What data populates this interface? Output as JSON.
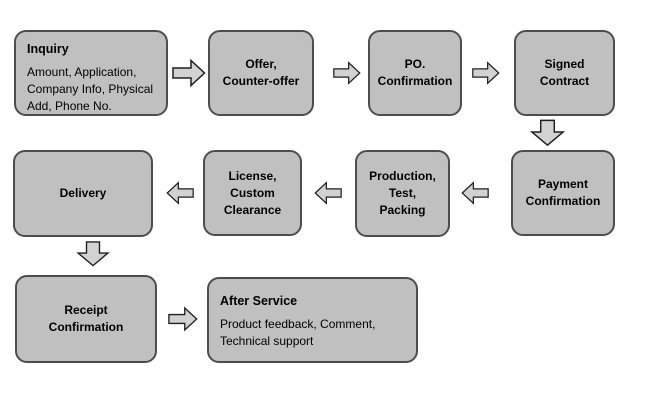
{
  "diagram": {
    "type": "flowchart",
    "background": "#ffffff",
    "node_fill": "#c0c0c0",
    "node_border": "#4d4d4d",
    "arrow_fill": "#d2d2d2",
    "arrow_border": "#1f1f1f",
    "text_color": "#000000",
    "nodes": [
      {
        "id": "inquiry",
        "title": "Inquiry",
        "body": "Amount, Application,\nCompany Info, Physical\nAdd, Phone No."
      },
      {
        "id": "offer",
        "label": "Offer,\nCounter-offer"
      },
      {
        "id": "po-confirmation",
        "label": "PO.\nConfirmation"
      },
      {
        "id": "signed-contract",
        "label": "Signed\nContract"
      },
      {
        "id": "payment-confirmation",
        "label": "Payment\nConfirmation"
      },
      {
        "id": "production-test-packing",
        "label": "Production,\nTest,\nPacking"
      },
      {
        "id": "license-custom-clearance",
        "label": "License,\nCustom\nClearance"
      },
      {
        "id": "delivery",
        "label": "Delivery"
      },
      {
        "id": "receipt-confirmation",
        "label": "Receipt\nConfirmation"
      },
      {
        "id": "after-service",
        "title": "After Service",
        "body": "Product feedback, Comment,\nTechnical support"
      }
    ],
    "connections": [
      {
        "from": "inquiry",
        "to": "offer",
        "direction": "right"
      },
      {
        "from": "offer",
        "to": "po-confirmation",
        "direction": "right"
      },
      {
        "from": "po-confirmation",
        "to": "signed-contract",
        "direction": "right"
      },
      {
        "from": "signed-contract",
        "to": "payment-confirmation",
        "direction": "down"
      },
      {
        "from": "payment-confirmation",
        "to": "production-test-packing",
        "direction": "left"
      },
      {
        "from": "production-test-packing",
        "to": "license-custom-clearance",
        "direction": "left"
      },
      {
        "from": "license-custom-clearance",
        "to": "delivery",
        "direction": "left"
      },
      {
        "from": "delivery",
        "to": "receipt-confirmation",
        "direction": "down"
      },
      {
        "from": "receipt-confirmation",
        "to": "after-service",
        "direction": "right"
      }
    ]
  }
}
